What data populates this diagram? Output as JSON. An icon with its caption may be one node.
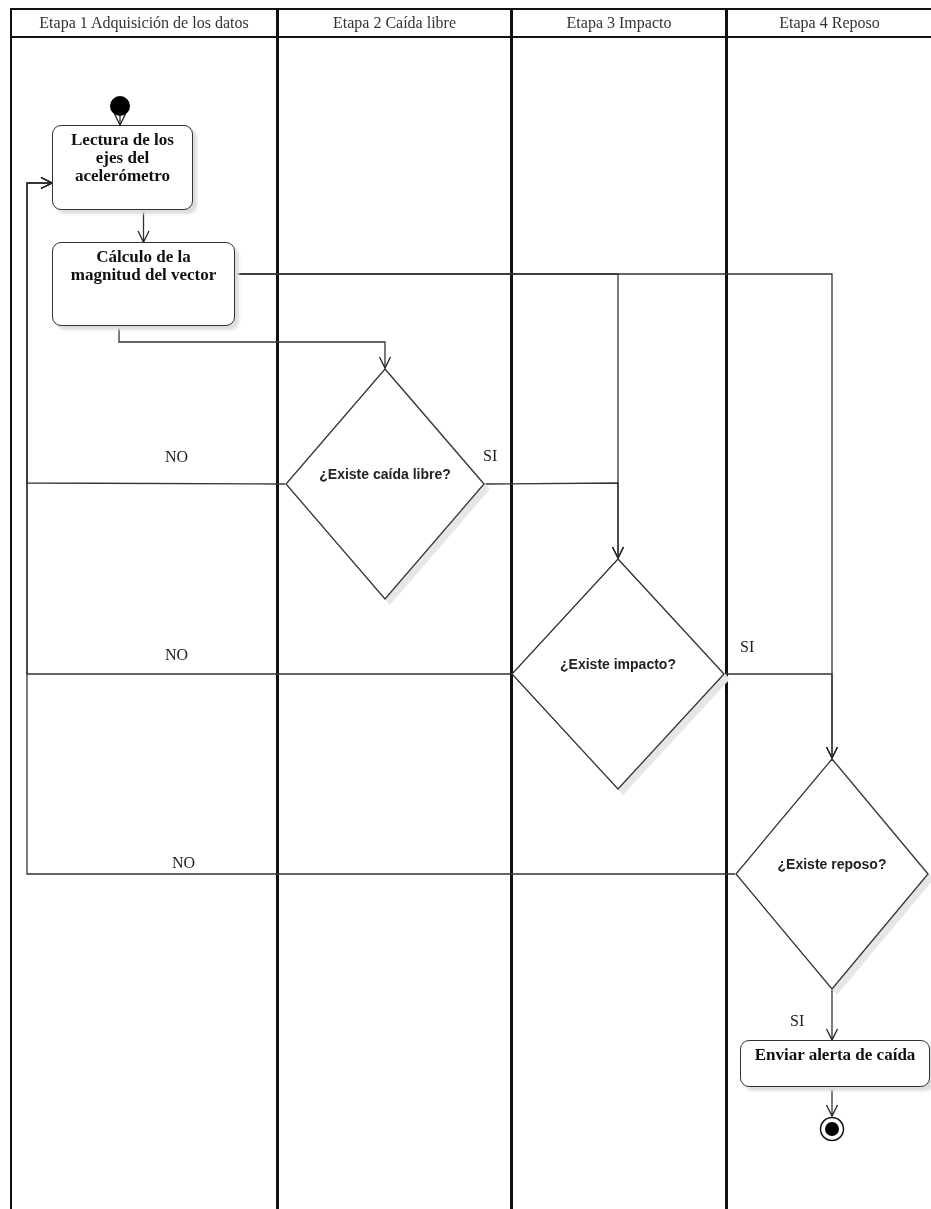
{
  "diagram": {
    "nodes": [
      {
        "text": [
          "Etapa 1 Adquisición de los datos"
        ]
      },
      {
        "text": [
          "Etapa 2 Caída libre"
        ]
      },
      {
        "text": [
          "Etapa 3 Impacto"
        ]
      },
      {
        "text": [
          "Etapa 4 Reposo"
        ]
      },
      {
        "text": [],
        "shape": "circle",
        "in": 0
      },
      {
        "text": [
          "Lectura de los ejes del acelerómetro"
        ],
        "in": 0
      },
      {
        "text": [
          "Cálculo de la magnitud del vector"
        ],
        "in": 0
      },
      {
        "text": [
          "¿Existe caída libre?"
        ],
        "in": 1
      },
      {
        "text": [
          "¿Existe impacto?"
        ],
        "in": 2
      },
      {
        "text": [
          "¿Existe reposo?"
        ],
        "in": 3
      },
      {
        "text": [
          "Enviar alerta de caída"
        ],
        "in": 3
      },
      {
        "text": [],
        "shape": "circle",
        "in": 3
      }
    ],
    "edges": [
      {
        "from": 4,
        "to": 5,
        "arrow": "to"
      },
      {
        "from": 5,
        "to": 6,
        "arrow": "to"
      },
      {
        "from": 6,
        "to": 7,
        "arrow": "to"
      },
      {
        "from": 6,
        "to": 8,
        "arrow": "to"
      },
      {
        "from": 6,
        "to": 9,
        "arrow": "to"
      },
      {
        "from": 7,
        "to": 8,
        "arrow": "to",
        "label": "SI"
      },
      {
        "from": 8,
        "to": 9,
        "arrow": "to",
        "label": "SI"
      },
      {
        "from": 7,
        "to": 5,
        "arrow": "to",
        "label": "NO"
      },
      {
        "from": 8,
        "to": 5,
        "arrow": "to",
        "label": "NO"
      },
      {
        "from": 9,
        "to": 5,
        "arrow": "to",
        "label": "NO"
      },
      {
        "from": 9,
        "to": 10,
        "arrow": "to",
        "label": "SI"
      },
      {
        "from": 10,
        "to": 11,
        "arrow": "to"
      }
    ]
  }
}
